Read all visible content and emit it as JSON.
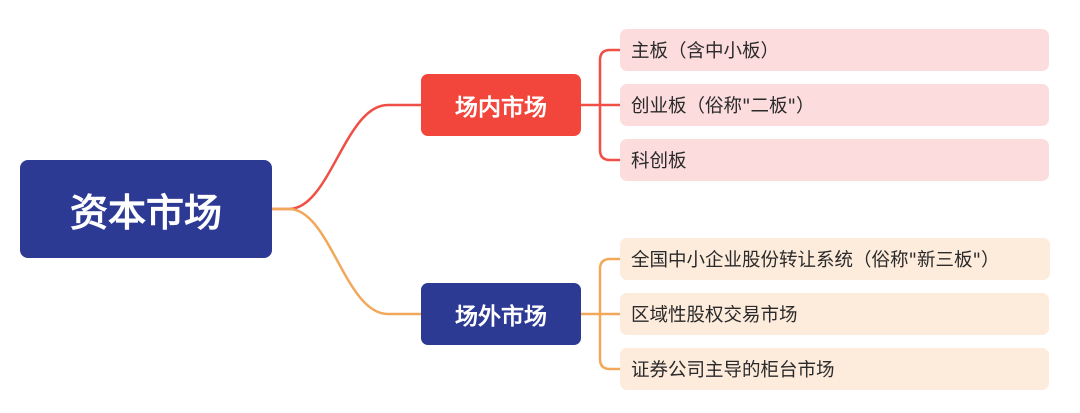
{
  "diagram": {
    "root": {
      "label": "资本市场",
      "color": "#2d3a94"
    },
    "branches": [
      {
        "label": "场内市场",
        "color": "#f2453c",
        "line_color": "#f04f46",
        "leaf_color": "#fcdcdc",
        "leaves": [
          "主板（含中小板）",
          "创业板（俗称\"二板\"）",
          "科创板"
        ]
      },
      {
        "label": "场外市场",
        "color": "#2d3a94",
        "line_color": "#f2a85a",
        "leaf_color": "#fdebdc",
        "leaves": [
          "全国中小企业股份转让系统（俗称\"新三板\"）",
          "区域性股权交易市场",
          "证券公司主导的柜台市场"
        ]
      }
    ]
  }
}
